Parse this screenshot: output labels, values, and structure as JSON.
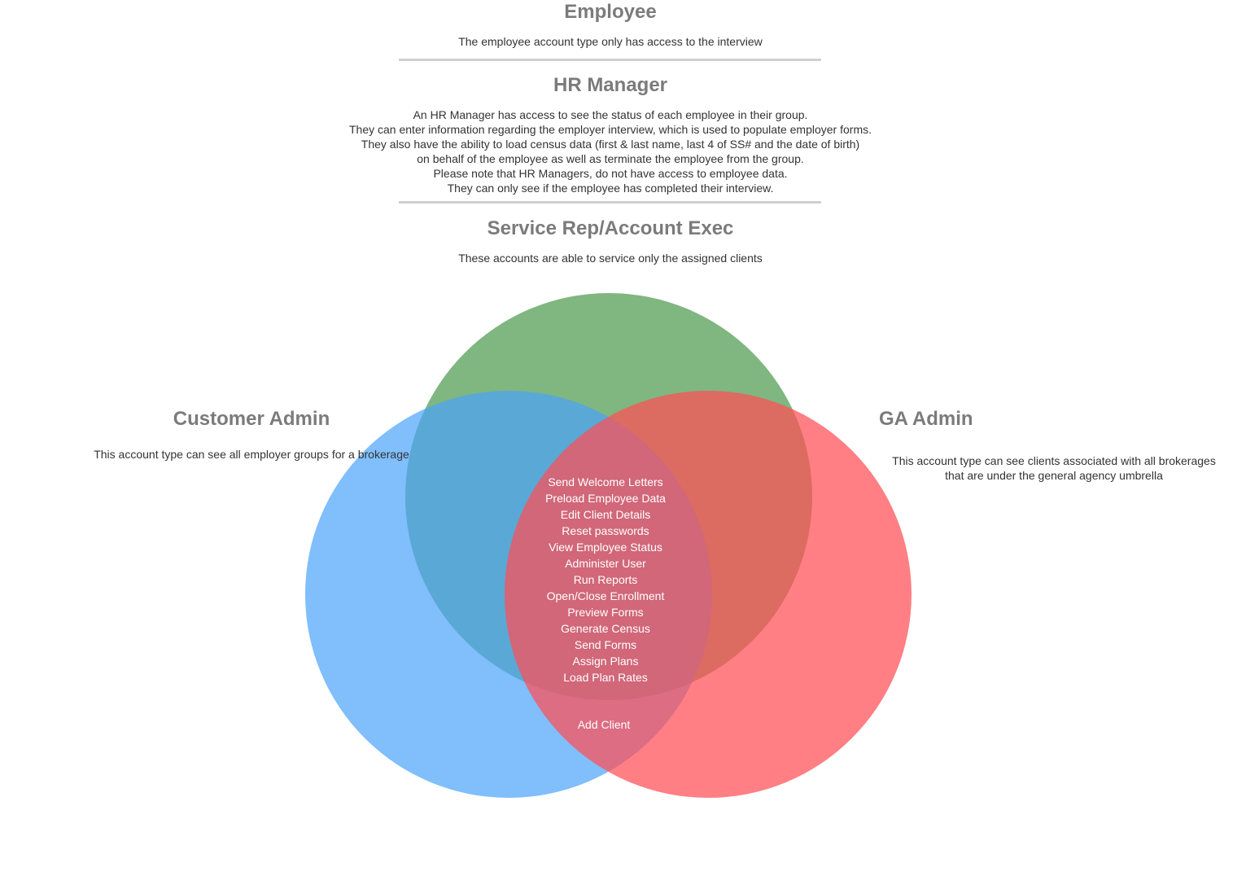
{
  "sections": {
    "employee": {
      "title": "Employee",
      "description": "The employee account type only has access to the interview"
    },
    "hr_manager": {
      "title": "HR Manager",
      "description_lines": [
        "An HR Manager has access to see the status of each employee in their group.",
        "They can enter information regarding the employer interview, which is used to populate employer forms.",
        "They also have the ability to load census data (first & last name, last 4 of SS# and the date of birth)",
        "on behalf of the employee as well as terminate the employee from the group.",
        "Please note that HR Managers, do not have access to employee data.",
        "They can only see if the employee has completed their interview."
      ]
    },
    "service_rep": {
      "title": "Service Rep/Account Exec",
      "description": "These accounts are able to service only the assigned clients"
    },
    "customer_admin": {
      "title": "Customer Admin",
      "description": "This account type can see all employer groups for a brokerage"
    },
    "ga_admin": {
      "title": "GA Admin",
      "description_lines": [
        "This account type can see clients associated with all brokerages",
        "that are under the general agency umbrella"
      ]
    }
  },
  "venn": {
    "sets": [
      {
        "id": "service-rep",
        "color": "#4f9a4f"
      },
      {
        "id": "customer-admin",
        "color": "#4aa3fb"
      },
      {
        "id": "ga-admin",
        "color": "#ff4d55"
      }
    ],
    "center_permissions": [
      "Send Welcome Letters",
      "Preload Employee Data",
      "Edit Client Details",
      "Reset passwords",
      "View Employee Status",
      "Administer User",
      "Run Reports",
      "Open/Close Enrollment",
      "Preview Forms",
      "Generate Census",
      "Send Forms",
      "Assign Plans",
      "Load Plan Rates"
    ],
    "customer_ga_permissions": [
      "Add Client"
    ]
  }
}
